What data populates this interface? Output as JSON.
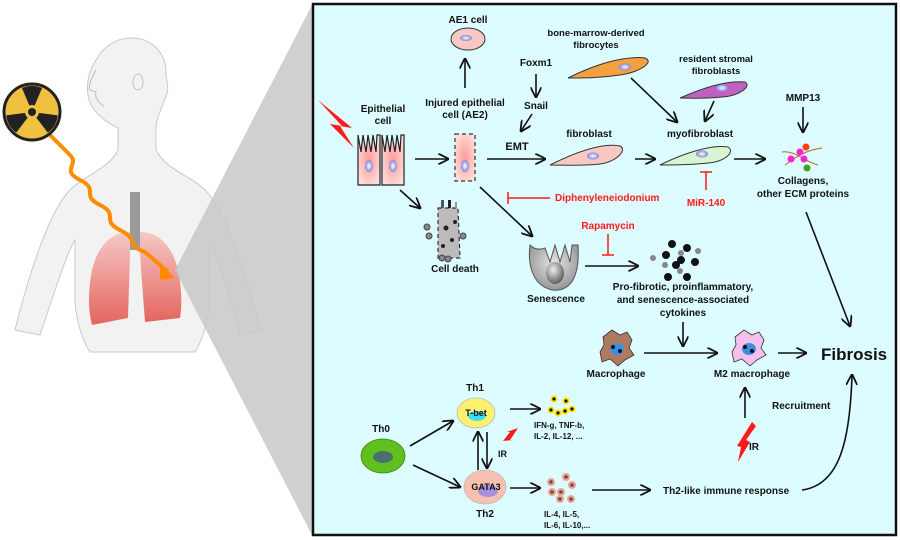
{
  "figure": {
    "description": "Radiation-induced pulmonary fibrosis pathway schematic",
    "colors": {
      "panel_bg": "#dcfcff",
      "panel_border": "#111111",
      "inhibitor_red": "#ff1a1a",
      "radiation_orange": "#ff8c00",
      "radiation_badge_yellow": "#f0c040",
      "lung_red": "#e8605a",
      "funnel_gray": "#cfcfcf"
    }
  },
  "left_panel": {
    "radiation_icon": "radiation-hazard-icon",
    "body_icon": "human-torso-lungs-icon",
    "wave_icon": "radiation-wave-icon"
  },
  "cells": {
    "epithelial": "Epithelial\ncell",
    "injured": "Injured epithelial\ncell (AE2)",
    "ae1": "AE1 cell",
    "foxm1": "Foxm1",
    "snail": "Snail",
    "emt": "EMT",
    "fibroblast": "fibroblast",
    "bm_fibrocytes": "bone-marrow-derived\nfibrocytes",
    "resident": "resident stromal\nfibroblasts",
    "myofibroblast": "myofibroblast",
    "mmp13": "MMP13",
    "collagens": "Collagens,\nother ECM proteins",
    "cell_death": "Cell death",
    "senescence": "Senescence",
    "cytokines": "Pro-fibrotic, proinflammatory,\nand senescence-associated\ncytokines",
    "macrophage": "Macrophage",
    "m2": "M2 macrophage",
    "fibrosis": "Fibrosis",
    "recruitment": "Recruitment",
    "ir_bottom": "IR",
    "th0": "Th0",
    "th1": "Th1",
    "tbet": "T-bet",
    "th2": "Th2",
    "gata3": "GATA3",
    "ir_mid": "IR",
    "th1_cytokines": "IFN-g, TNF-b,\nIL-2, IL-12, ...",
    "th2_cytokines": "IL-4, IL-5,\nIL-6, IL-10,...",
    "th2_response": "Th2-like immune response"
  },
  "inhibitors": {
    "dpi": "Diphenyleneiodonium",
    "mir140": "MiR-140",
    "rapamycin": "Rapamycin"
  }
}
